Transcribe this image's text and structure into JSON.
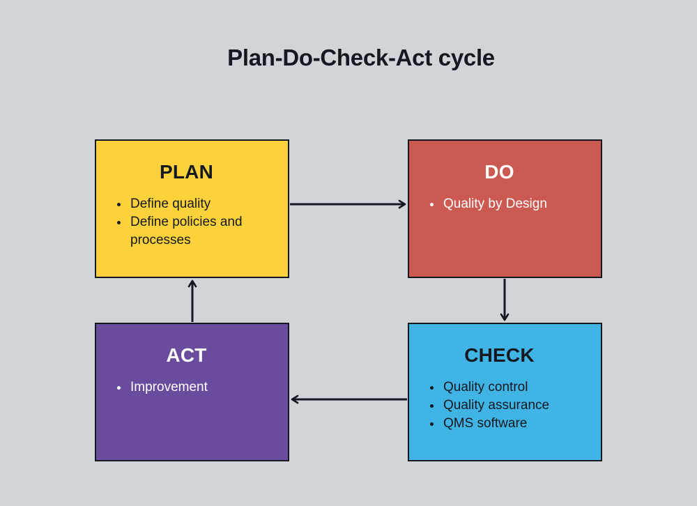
{
  "title": "Plan-Do-Check-Act cycle",
  "boxes": [
    {
      "id": "plan",
      "label": "PLAN",
      "items": [
        "Define quality",
        "Define policies and processes"
      ]
    },
    {
      "id": "do",
      "label": "DO",
      "items": [
        "Quality by Design"
      ]
    },
    {
      "id": "check",
      "label": "CHECK",
      "items": [
        "Quality control",
        "Quality assurance",
        "QMS software"
      ]
    },
    {
      "id": "act",
      "label": "ACT",
      "items": [
        "Improvement"
      ]
    }
  ],
  "arrows": [
    {
      "from": "PLAN",
      "to": "DO"
    },
    {
      "from": "DO",
      "to": "CHECK"
    },
    {
      "from": "CHECK",
      "to": "ACT"
    },
    {
      "from": "ACT",
      "to": "PLAN"
    }
  ],
  "colors": {
    "background": "#D1D5D9",
    "plan_fill": "#FBD23C",
    "do_fill": "#CB5A52",
    "check_fill": "#40B4E5",
    "act_fill": "#6A4C9E",
    "plan_text": "#15181E",
    "do_text": "#FFFFFF",
    "check_text": "#15181E",
    "act_text": "#FFFFFF",
    "border": "#15181E",
    "arrow": "#15181E",
    "title_text": "#15181E"
  }
}
